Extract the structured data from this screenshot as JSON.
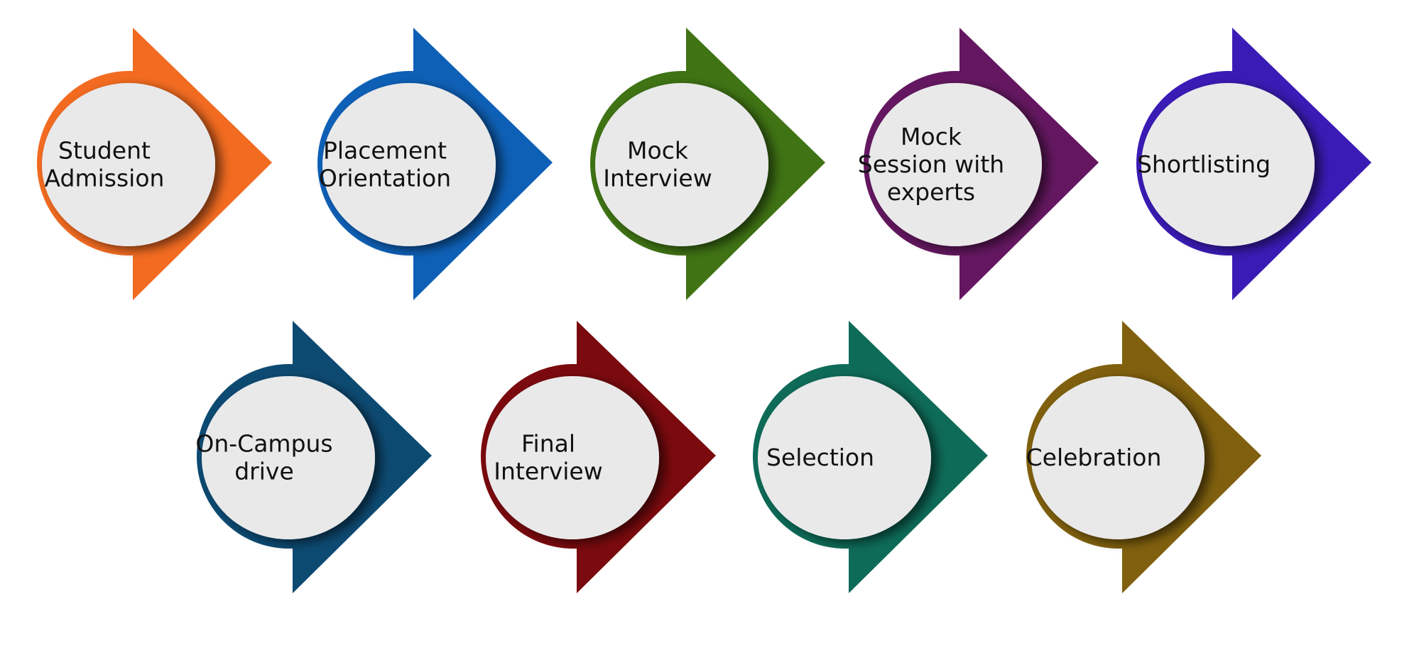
{
  "title": "Placement Process",
  "steps": [
    {
      "label_lines": [
        "Student",
        "Admission"
      ],
      "color": "#F26B21"
    },
    {
      "label_lines": [
        "Placement",
        "Orientation"
      ],
      "color": "#0E60B6"
    },
    {
      "label_lines": [
        "Mock",
        "Interview"
      ],
      "color": "#3F7314"
    },
    {
      "label_lines": [
        "Mock",
        "Session with",
        "experts"
      ],
      "color": "#641760"
    },
    {
      "label_lines": [
        "Shortlisting"
      ],
      "color": "#3A1BB5"
    },
    {
      "label_lines": [
        "On-Campus",
        "drive"
      ],
      "color": "#0D4A72"
    },
    {
      "label_lines": [
        "Final",
        "Interview"
      ],
      "color": "#7A0A0E"
    },
    {
      "label_lines": [
        "Selection"
      ],
      "color": "#0E6B58"
    },
    {
      "label_lines": [
        "Celebration"
      ],
      "color": "#80600E"
    }
  ],
  "rows": [
    [
      0,
      1,
      2,
      3,
      4
    ],
    [
      5,
      6,
      7,
      8
    ]
  ],
  "circle_fill": "#E9E9EA"
}
